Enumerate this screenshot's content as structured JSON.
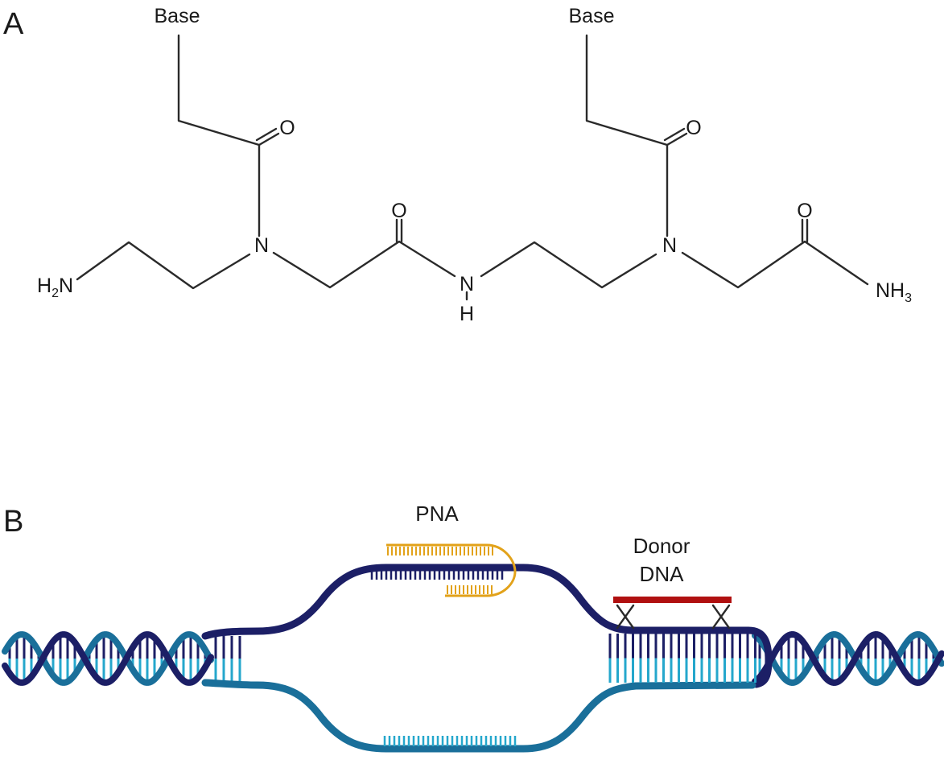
{
  "panel_a": {
    "label": "A",
    "base_left": "Base",
    "base_right": "Base",
    "oxygen": "O",
    "nitrogen": "N",
    "hydrogen": "H",
    "h2n_h": "H",
    "h2n_sub": "2",
    "h2n_n": "N",
    "nh3_nh": "NH",
    "nh3_sub": "3"
  },
  "panel_b": {
    "label": "B",
    "pna_label": "PNA",
    "donor_line1": "Donor",
    "donor_line2": "DNA"
  },
  "colors": {
    "strand_dark": "#1c1f66",
    "strand_light": "#1a6f9a",
    "rung_light": "#25a7cc",
    "pna": "#e2a21a",
    "donor": "#b01010",
    "bond": "#2a2a2a"
  }
}
